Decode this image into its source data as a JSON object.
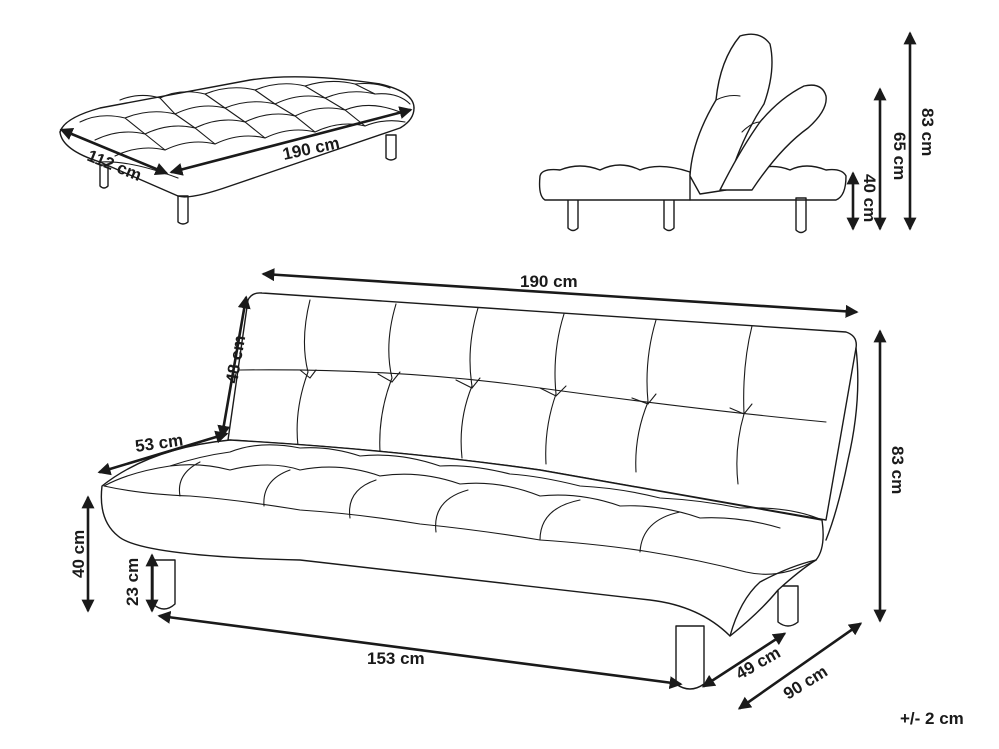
{
  "dimensions": {
    "bed_length": "190 cm",
    "bed_width": "112 cm",
    "back_height_83": "83 cm",
    "back_height_65": "65 cm",
    "seat_height_40_side": "40 cm",
    "total_width": "190 cm",
    "backrest_height": "48 cm",
    "seat_depth": "53 cm",
    "seat_height": "40 cm",
    "leg_height": "23 cm",
    "leg_distance": "153 cm",
    "depth_49": "49 cm",
    "depth_90": "90 cm",
    "height_83": "83 cm",
    "tolerance": "+/- 2 cm"
  }
}
